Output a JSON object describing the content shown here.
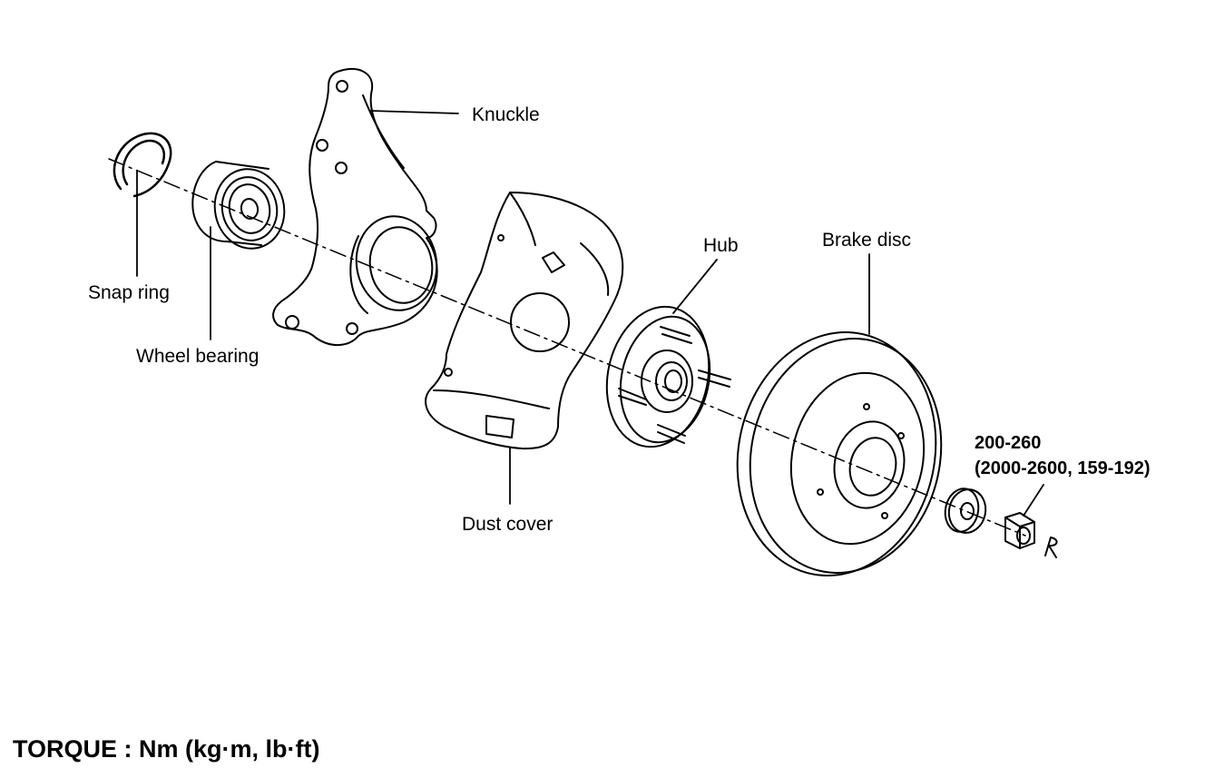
{
  "labels": {
    "knuckle": "Knuckle",
    "snap_ring": "Snap ring",
    "wheel_bearing": "Wheel bearing",
    "hub": "Hub",
    "brake_disc": "Brake disc",
    "dust_cover": "Dust cover",
    "torque_value": "200-260",
    "torque_alt": "(2000-2600, 159-192)",
    "torque_units": "TORQUE : Nm (kg·m, lb·ft)"
  },
  "colors": {
    "ink": "#000000",
    "paper": "#ffffff"
  }
}
